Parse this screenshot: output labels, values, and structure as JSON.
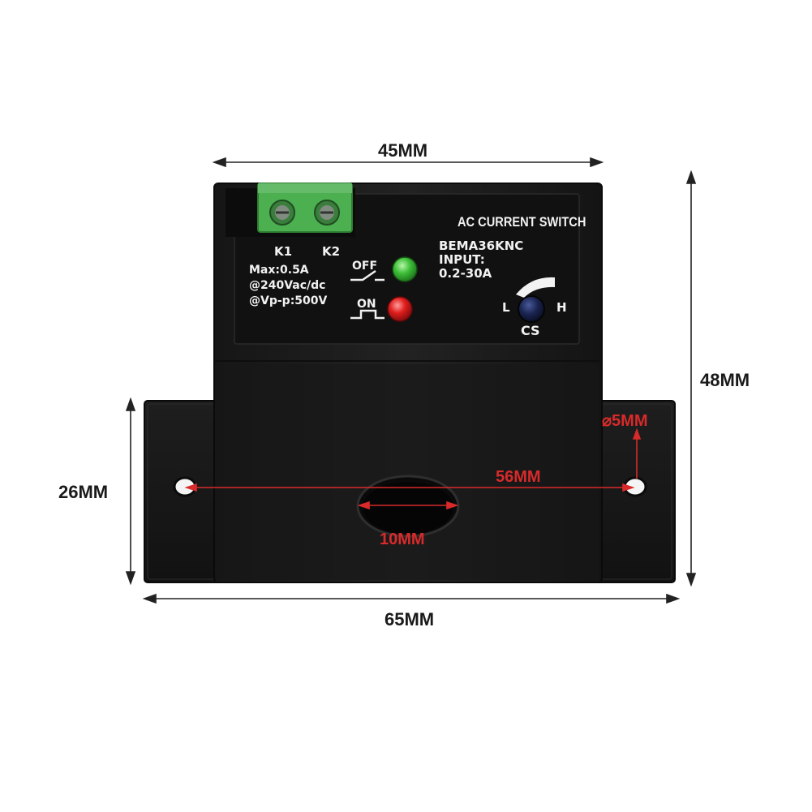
{
  "dimensions": {
    "width_top": "45MM",
    "height_right": "48MM",
    "height_left": "26MM",
    "width_bottom": "65MM",
    "hole_spacing": "56MM",
    "hole_diameter": "⌀5MM",
    "aperture": "10MM"
  },
  "device": {
    "title": "AC CURRENT SWITCH",
    "model": "BEMA36KNC",
    "input_label": "INPUT:",
    "input_range": "0.2-30A",
    "terminal_1": "K1",
    "terminal_2": "K2",
    "spec_max": "Max:0.5A",
    "spec_voltage": "@240Vac/dc",
    "spec_vpp": "@Vp-p:500V",
    "off_label": "OFF",
    "on_label": "ON",
    "knob_low": "L",
    "knob_high": "H",
    "knob_label": "CS"
  },
  "colors": {
    "led_off": "#3fc03a",
    "led_on": "#e01e1e",
    "terminal_block": "#4caf50",
    "dimension_red": "#d82a2a"
  }
}
